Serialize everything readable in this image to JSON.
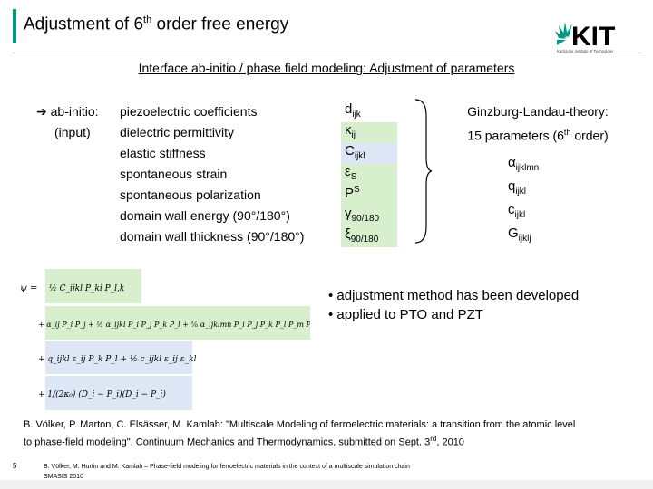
{
  "header": {
    "title_pre": "Adjustment of 6",
    "title_sup": "th",
    "title_post": " order free energy",
    "logo_text": "KIT",
    "logo_tagline": "Karlsruhe Institute of Technology",
    "accent_color": "#009682"
  },
  "subtitle": "Interface ab-initio / phase field modeling: Adjustment of parameters",
  "ab_initio": {
    "arrow": "➔",
    "label": "ab-initio:",
    "sublabel": "(input)",
    "properties": [
      "piezoelectric coefficients",
      "dielectric permittivity",
      "elastic stiffness",
      "spontaneous strain",
      "spontaneous polarization",
      "domain wall energy (90°/180°)",
      "domain wall thickness (90°/180°)"
    ],
    "symbols": [
      {
        "base": "d",
        "sub": "ijk",
        "sup": "",
        "style": "none"
      },
      {
        "base": "κ",
        "sub": "ij",
        "sup": "",
        "style": "green"
      },
      {
        "base": "C",
        "sub": "ijkl",
        "sup": "",
        "style": "blue"
      },
      {
        "base": "ε",
        "sub": "S",
        "sup": "",
        "style": "green"
      },
      {
        "base": "P",
        "sub": "",
        "sup": "S",
        "style": "green"
      },
      {
        "base": "γ",
        "sub": "90/180",
        "sup": "",
        "style": "green"
      },
      {
        "base": "ξ",
        "sub": "90/180",
        "sup": "",
        "style": "green"
      }
    ],
    "highlight_green": "#d8efce",
    "highlight_blue": "#dce6f5"
  },
  "ginzburg": {
    "line1": "Ginzburg-Landau-theory:",
    "line2_pre": "15 parameters (6",
    "line2_sup": "th",
    "line2_post": " order)",
    "symbols": [
      {
        "base": "α",
        "sub": "ijklmn"
      },
      {
        "base": "q",
        "sub": "ijkl"
      },
      {
        "base": "c",
        "sub": "ijkl"
      },
      {
        "base": "G",
        "sub": "ijklj"
      }
    ]
  },
  "equation": {
    "psi": "ψ =",
    "rows": [
      "½ C_ijkl P_ki P_l,k",
      "+ α_ij P_i P_j + ½ α_ijkl P_i P_j P_k P_l + ⅙ α_ijklmn P_i P_j P_k P_l P_m P_n",
      "+ q_ijkl ε_ij P_k P_l + ½ c_ijkl ε_ij ε_kl",
      "+ 1/(2κ₀) (D_i − P_i)(D_i − P_i)"
    ]
  },
  "bullets": [
    "• adjustment method has been developed",
    "• applied to PTO and PZT"
  ],
  "reference": {
    "line1": "B. Völker, P. Marton, C. Elsässer, M. Kamlah: \"Multiscale Modeling of ferroelectric materials: a transition from the atomic level",
    "line2_pre": "to phase-field modeling\". Continuum Mechanics and Thermodynamics, submitted on Sept. 3",
    "line2_sup": "rd",
    "line2_post": ", 2010"
  },
  "footer": {
    "page_number": "5",
    "line1": "B. Völker, M. Hurtin and M. Kamlah – Phase-field modeling for ferroelectric materials in the context of a multiscale simulation chain",
    "line2": "SMASIS 2010"
  }
}
